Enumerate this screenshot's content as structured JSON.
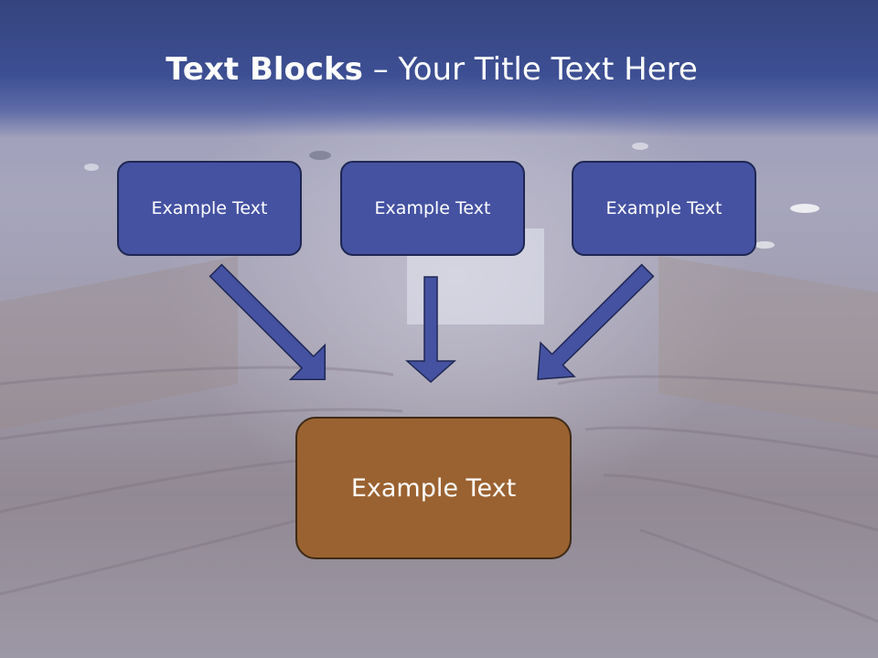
{
  "slide": {
    "title_bold": "Text Blocks",
    "title_rest": " – Your Title Text Here"
  },
  "blocks": {
    "top": [
      "Example Text",
      "Example Text",
      "Example Text"
    ],
    "bottom": "Example Text"
  },
  "colors": {
    "header": "#3d4f93",
    "block_blue": "#4552a2",
    "block_brown": "#9a6230",
    "arrow": "#4552a2"
  }
}
